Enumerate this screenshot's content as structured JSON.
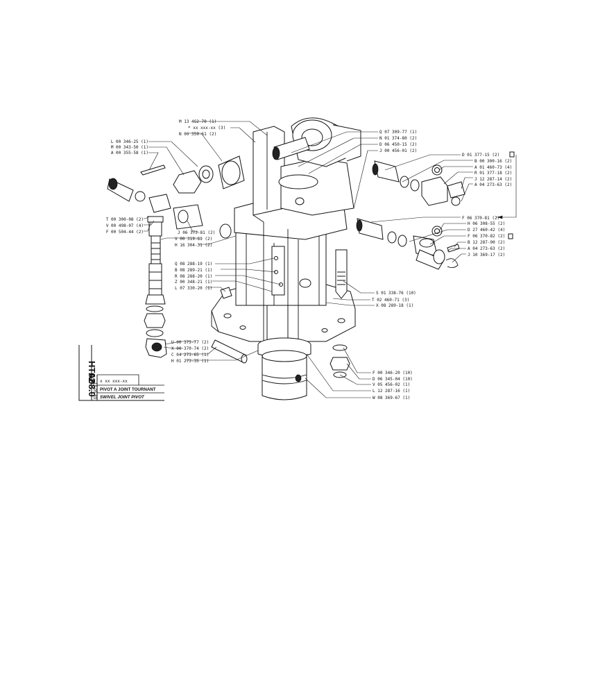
{
  "sheet": {
    "code_main": "HT02",
    "code_sub": "A08.0",
    "date": "15-05-83",
    "ref_code": "x  xx  xxx-xx",
    "title_fr": "PIVOT A JOINT TOURNANT",
    "title_en": "SWIVEL JOINT PIVOT"
  },
  "labels": {
    "left": [
      "L 00 346-25 (1)",
      "M 00 343-50 (1)",
      "A 00 355-58 (1)",
      "T 00 300-08 (2)",
      "V 00 498-07 (4)",
      "F 00 504-44 (2)",
      "J 06 373-81 (2)",
      "V 00 319-89 (2)",
      "H 16 304-31 (2)",
      "Q 08 288-19 (1)",
      "B 08 289-21 (1)",
      "R 08 288-20 (1)",
      "Z 00 348-21 (1)",
      "L 07 330-20 (1)",
      "U 00 375-77 (2)",
      "X 00 370-74 (2)",
      "C 04 273-65 (1)",
      "H 01 273-35 (1)"
    ],
    "top": [
      "M 13 462-70 (1)",
      "*  xx xxx-xx (3)",
      "N 00 359-61 (2)",
      "Q 07 309-77 (1)",
      "N 01 374-80 (2)",
      "D 06 450-15 (2)",
      "J 00 456-01 (2)"
    ],
    "right": [
      "D 01 377-15 (2)",
      "B 00 300-16 (2)",
      "A 01 460-73 (4)",
      "R 01 377-18 (2)",
      "J 12 287-14 (2)",
      "A 04 273-63 (2)",
      "F 06 370-81 (2)",
      "H 06 308-55 (2)",
      "D 27 460-42 (4)",
      "F 06 370-82 (2)",
      "B 12 287-90 (2)",
      "A 04 273-63 (2)",
      "J 10 369-17 (2)"
    ],
    "center_right": [
      "S 01 338-76 (10)",
      "T 02 460-71 (3)",
      "X 08 289-18 (1)"
    ],
    "bottom": [
      "F 00 346-20 (10)",
      "D 06 345-04 (10)",
      "V 05 456-02 (1)",
      "L 12 287-16 (1)",
      "W 08 369-67 (1)"
    ]
  }
}
